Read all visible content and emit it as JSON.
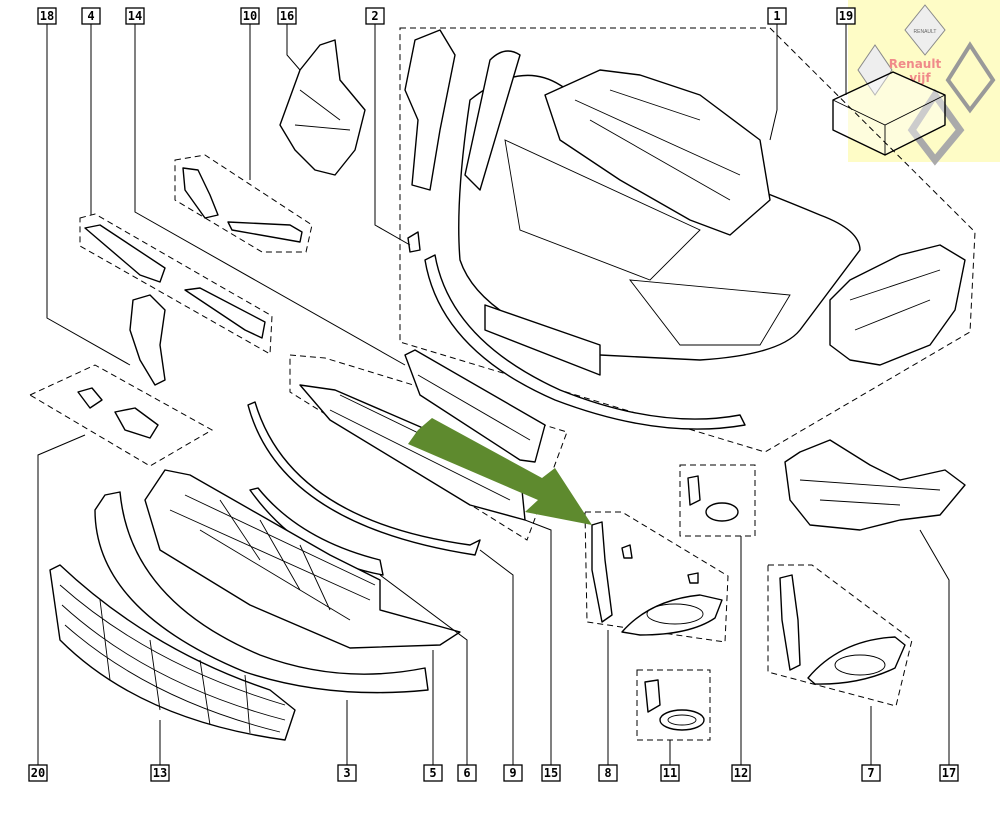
{
  "diagram": {
    "title": "Front bumper exploded parts diagram",
    "labels_top": [
      "18",
      "4",
      "14",
      "10",
      "16",
      "2",
      "1",
      "19"
    ],
    "labels_bottom": [
      "20",
      "13",
      "3",
      "5",
      "6",
      "9",
      "15",
      "8",
      "11",
      "12",
      "7",
      "17"
    ],
    "watermark": {
      "line1": "Renault",
      "line2": "vijf",
      "brand": "RENAULT"
    },
    "colors": {
      "arrow": "#5e8a2e",
      "logo_bg": "#fefcc6",
      "watermark_text": "#f08a8a"
    }
  }
}
